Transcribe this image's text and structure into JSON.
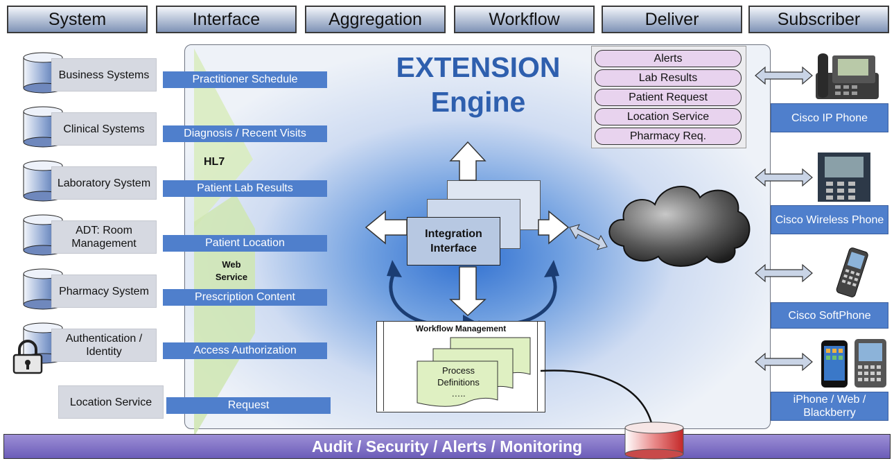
{
  "header": [
    "System",
    "Interface",
    "Aggregation",
    "Workflow",
    "Deliver",
    "Subscriber"
  ],
  "title": {
    "line1": "EXTENSION",
    "line2": "Engine"
  },
  "sources": [
    {
      "name": "Business Systems",
      "interface": "Practitioner Schedule"
    },
    {
      "name": "Clinical Systems",
      "interface": "Diagnosis / Recent Visits"
    },
    {
      "name": "Laboratory System",
      "interface": "Patient Lab Results"
    },
    {
      "name": "ADT: Room Management",
      "interface": "Patient Location"
    },
    {
      "name": "Pharmacy System",
      "interface": "Prescription Content"
    },
    {
      "name": "Authentication / Identity",
      "interface": "Access Authorization"
    },
    {
      "name": "Location Service",
      "interface": "Request"
    }
  ],
  "protocols": {
    "hl7": "HL7",
    "web_service": "Web Service"
  },
  "alerts": [
    "Alerts",
    "Lab Results",
    "Patient Request",
    "Location Service",
    "Pharmacy Req."
  ],
  "integration": "Integration Interface",
  "workflow": {
    "title": "Workflow Management",
    "process": "Process Definitions",
    "ellipsis": "….."
  },
  "devices": [
    "Cisco IP Phone",
    "Cisco Wireless Phone",
    "Cisco SoftPhone",
    "iPhone / Web / Blackberry"
  ],
  "footer": "Audit / Security / Alerts / Monitoring",
  "colors": {
    "interface_bar": "#4f7fcc",
    "header": "#7f93b6",
    "alert_fill": "#e8d3ee",
    "footer": "#6b5cb8",
    "arrow_curve": "#1b3d73"
  }
}
